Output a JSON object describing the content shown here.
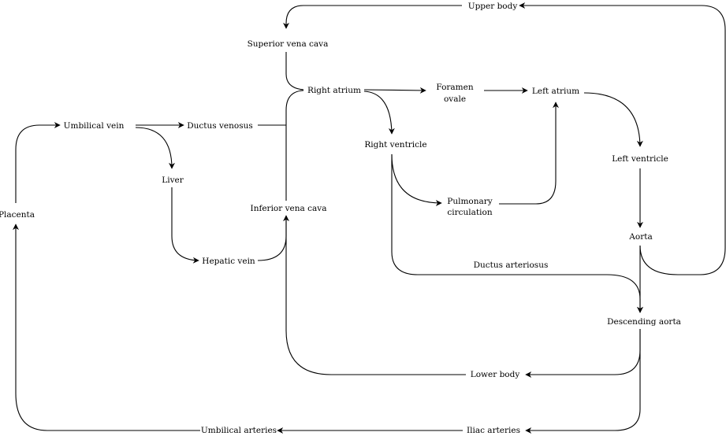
{
  "diagram": {
    "nodes": {
      "upper_body": "Upper body",
      "superior_vena_cava": "Superior vena cava",
      "right_atrium": "Right atrium",
      "foramen_ovale_line1": "Foramen",
      "foramen_ovale_line2": "ovale",
      "left_atrium": "Left atrium",
      "umbilical_vein": "Umbilical vein",
      "ductus_venosus": "Ductus venosus",
      "right_ventricle": "Right ventricle",
      "left_ventricle": "Left ventricle",
      "liver": "Liver",
      "placenta": "Placenta",
      "inferior_vena_cava": "Inferior vena cava",
      "pulmonary_circulation_line1": "Pulmonary",
      "pulmonary_circulation_line2": "circulation",
      "aorta": "Aorta",
      "hepatic_vein": "Hepatic vein",
      "ductus_arteriosus": "Ductus arteriosus",
      "descending_aorta": "Descending aorta",
      "lower_body": "Lower body",
      "umbilical_arteries": "Umbilical arteries",
      "iliac_arteries": "Iliac arteries"
    }
  }
}
